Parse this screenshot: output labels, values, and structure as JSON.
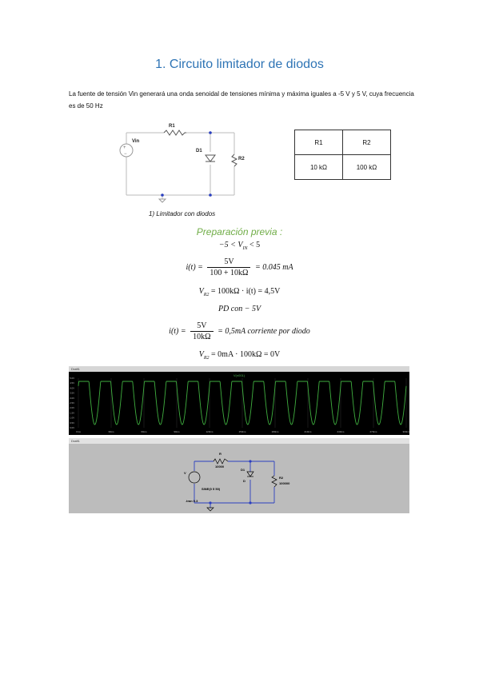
{
  "heading": {
    "number": "1.",
    "text": "Circuito limitador de diodos"
  },
  "intro": "La fuente de tensión Vin generará una onda senoidal de tensiones mínima y máxima iguales a -5 V y 5 V, cuya frecuencia es de 50 Hz",
  "schematic": {
    "source": "Vin",
    "r1": "R1",
    "d1": "D1",
    "r2": "R2"
  },
  "figure_caption": "1) Limitador con diodos",
  "table": {
    "headers": [
      "R1",
      "R2"
    ],
    "values": [
      "10 kΩ",
      "100 kΩ"
    ]
  },
  "prep_title": "Preparación previa :",
  "eqs": {
    "vin_range": "−5 < V",
    "vin_sub": "IN",
    "vin_end": " < 5",
    "i_lhs": "i(t) =",
    "i_num": "5V",
    "i_den": "100 + 10kΩ",
    "i_rhs": "= 0.045 mA",
    "vr2_lhs": "V",
    "vr2_sub": "R2",
    "vr2_rhs": " = 100kΩ · i(t) = 4,5V",
    "pd": "PD con − 5V",
    "i2_lhs": "i(t) =",
    "i2_num": "5V",
    "i2_den": "10kΩ",
    "i2_rhs": "= 0,5mA corriente por diodo",
    "vr2b_lhs": "V",
    "vr2b_sub": "R2",
    "vr2b_rhs": " = 0mA · 100kΩ = 0V"
  },
  "plot_window": {
    "title": "Draft1",
    "trace_label": "V(n001)",
    "y_ticks": [
      "5.0V",
      "4.5V",
      "4.0V",
      "3.5V",
      "3.0V",
      "2.5V",
      "2.0V",
      "1.5V",
      "1.0V",
      "0.5V",
      "0.0V"
    ],
    "x_ticks": [
      "0ms",
      "30ms",
      "60ms",
      "90ms",
      "120ms",
      "150ms",
      "180ms",
      "210ms",
      "240ms",
      "270ms",
      "300ms"
    ]
  },
  "schematic_window": {
    "title": "Draft1",
    "r_label": "R",
    "r_value": "10000",
    "v_label": "V",
    "v_value": "SINE(0 5 50)",
    "d_label": "D1",
    "d_value": "D",
    "r2_label": "R2",
    "r2_value": "100000",
    "directive": ".tran 0.3"
  }
}
